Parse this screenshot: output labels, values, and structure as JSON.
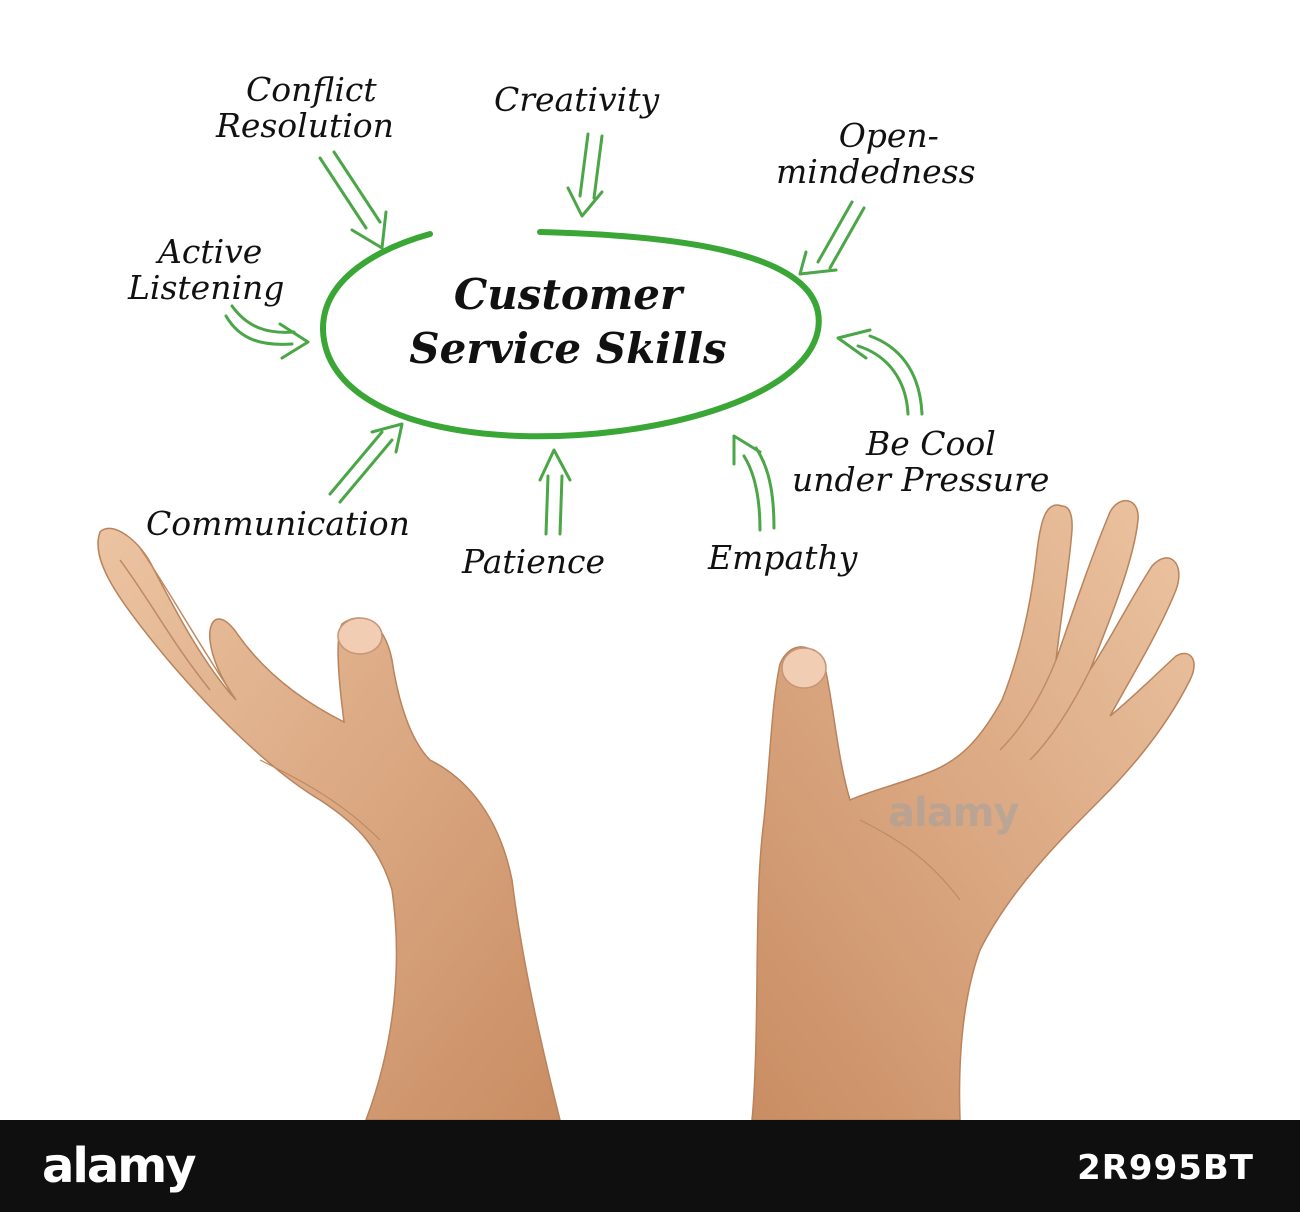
{
  "diagram": {
    "center": {
      "line1": "Customer",
      "line2": "Service Skills"
    },
    "skills": {
      "conflict_resolution": {
        "line1": "Conflict",
        "line2": "Resolution"
      },
      "creativity": "Creativity",
      "open_mindedness": {
        "line1": "Open-",
        "line2": "mindedness"
      },
      "active_listening": {
        "line1": "Active",
        "line2": "Listening"
      },
      "be_cool": {
        "line1": "Be Cool",
        "line2": "under Pressure"
      },
      "communication": "Communication",
      "patience": "Patience",
      "empathy": "Empathy"
    },
    "colors": {
      "accent": "#3aa635",
      "text": "#111111",
      "skin": "#e2b38f"
    }
  },
  "watermark": "alamy",
  "footer": {
    "brand": "alamy",
    "stock_id": "2R995BT"
  }
}
